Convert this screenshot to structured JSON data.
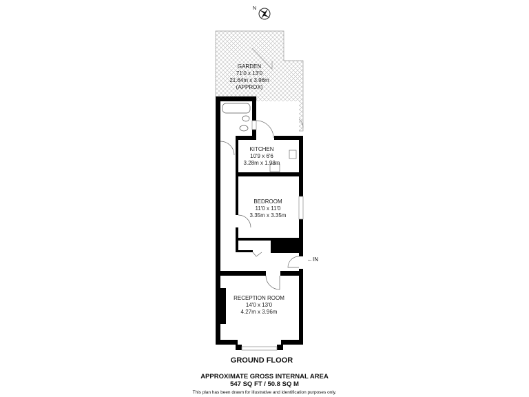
{
  "compass": {
    "label": "N"
  },
  "rooms": {
    "garden": {
      "name": "GARDEN",
      "imperial": "71'0 x 13'0",
      "metric": "21.64m  x 3.96m",
      "note": "(APPROX)"
    },
    "kitchen": {
      "name": "KITCHEN",
      "imperial": "10'9 x 6'6",
      "metric": "3.28m x 1.98m"
    },
    "bedroom": {
      "name": "BEDROOM",
      "imperial": "11'0 x 11'0",
      "metric": "3.35m x 3.35m"
    },
    "reception": {
      "name": "RECEPTION ROOM",
      "imperial": "14'0 x 13'0",
      "metric": "4.27m x 3.96m"
    }
  },
  "entrance": {
    "label": "IN"
  },
  "footer": {
    "floor": "GROUND FLOOR",
    "area_title": "APPROXIMATE GROSS INTERNAL AREA",
    "area_value": "547 SQ FT / 50.8 SQ M",
    "disclaimer": "This plan has been drawn for illustrative and identification purposes only."
  }
}
